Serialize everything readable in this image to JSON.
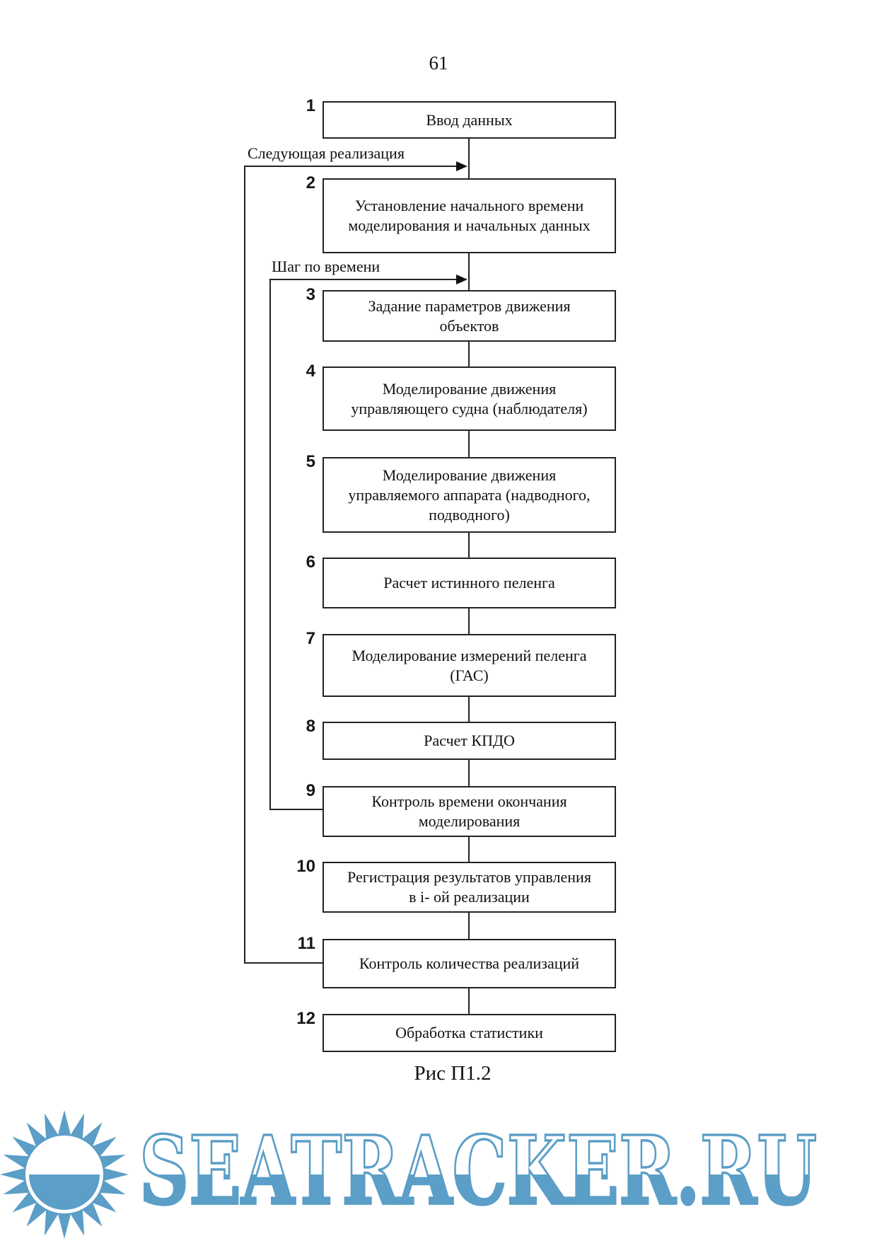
{
  "page": {
    "number": "61",
    "figure_caption": "Рис П1.2"
  },
  "flowchart": {
    "loop_labels": {
      "outer": "Следующая реализация",
      "inner": "Шаг по времени"
    },
    "steps": [
      {
        "num": "1",
        "text": "Ввод данных"
      },
      {
        "num": "2",
        "text": "Установление начального времени\nмоделирования и начальных данных"
      },
      {
        "num": "3",
        "text": "Задание параметров движения\nобъектов"
      },
      {
        "num": "4",
        "text": "Моделирование движения\nуправляющего судна (наблюдателя)"
      },
      {
        "num": "5",
        "text": "Моделирование движения\nуправляемого аппарата (надводного,\nподводного)"
      },
      {
        "num": "6",
        "text": "Расчет истинного пеленга"
      },
      {
        "num": "7",
        "text": "Моделирование измерений пеленга\n(ГАС)"
      },
      {
        "num": "8",
        "text": "Расчет КПДО"
      },
      {
        "num": "9",
        "text": "Контроль времени окончания\nмоделирования"
      },
      {
        "num": "10",
        "text": "Регистрация результатов управления\nв i- ой реализации"
      },
      {
        "num": "11",
        "text": "Контроль количества реализаций"
      },
      {
        "num": "12",
        "text": "Обработка статистики"
      }
    ]
  },
  "watermark": {
    "text": "SEATRACKER.RU",
    "color": "#5b9ec7"
  }
}
